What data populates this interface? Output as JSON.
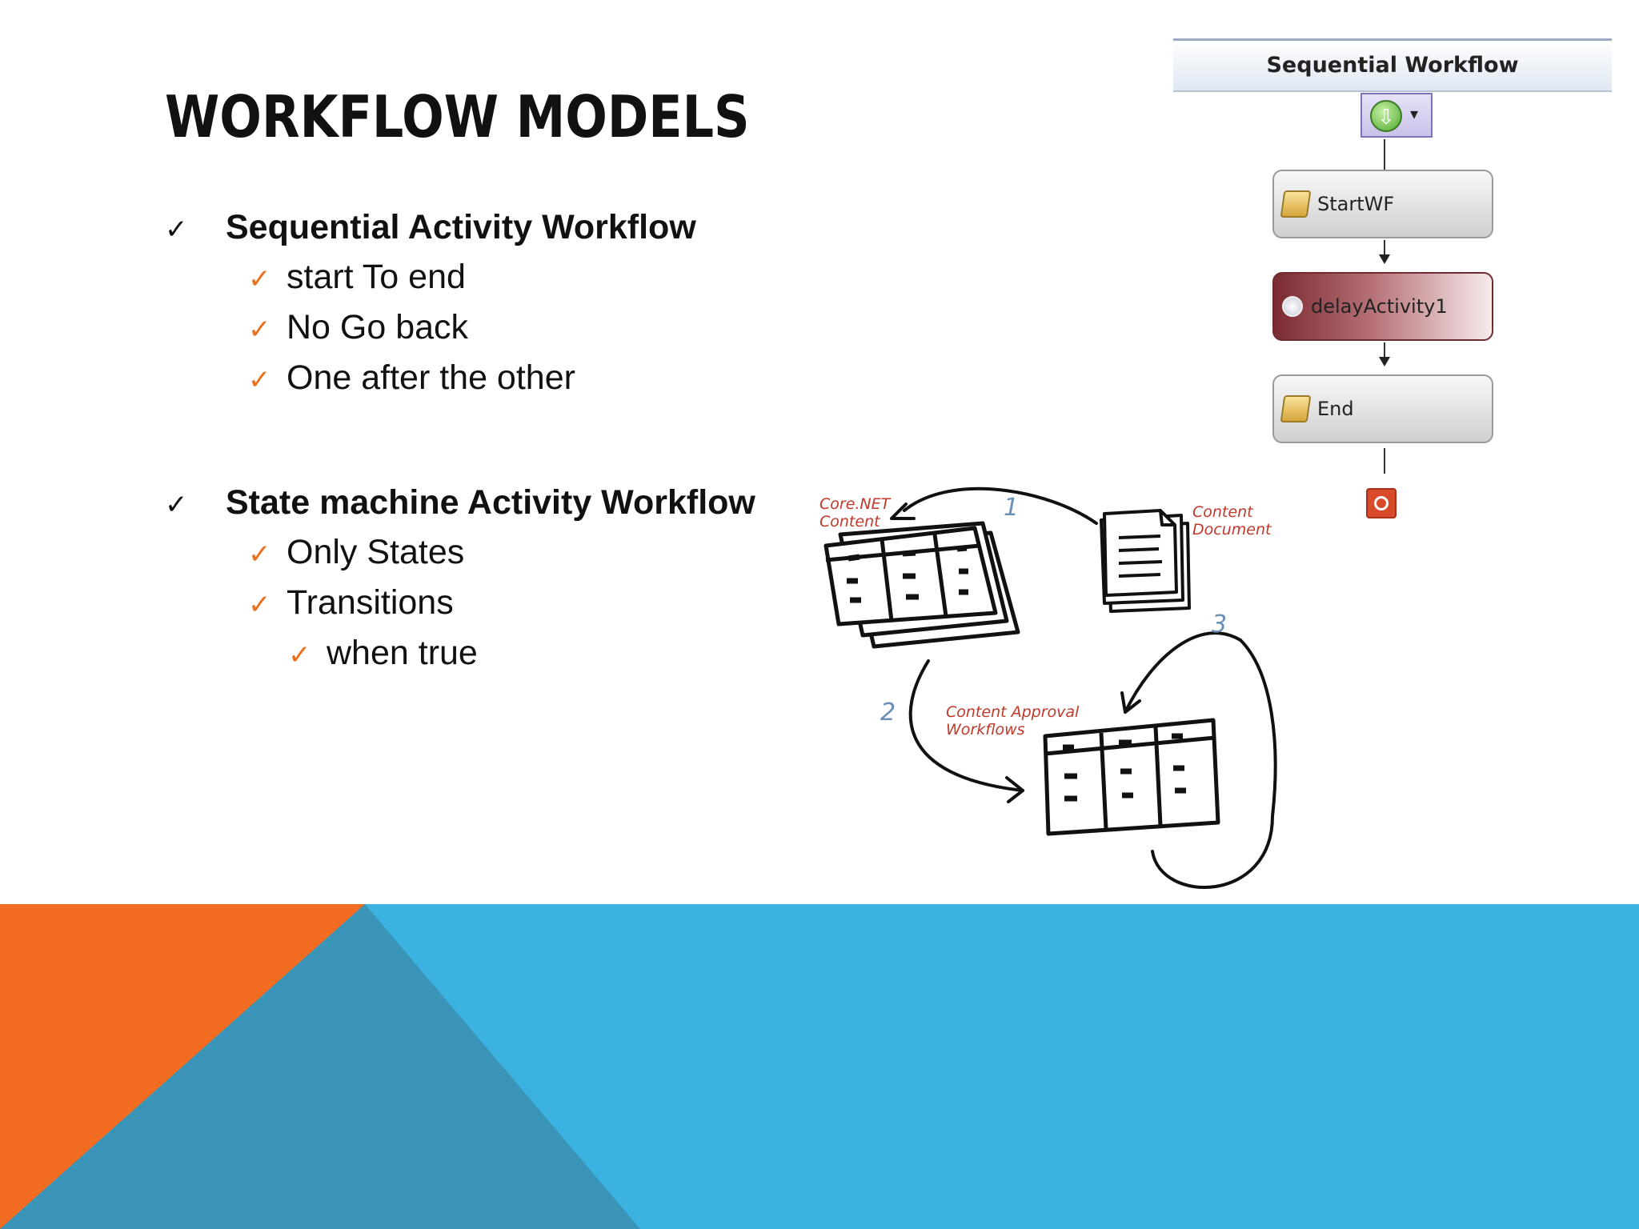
{
  "slide": {
    "title": "WORKFLOW MODELS",
    "sections": [
      {
        "heading": "Sequential  Activity Workflow",
        "items": [
          "start To end",
          "No Go back",
          "One after the other"
        ]
      },
      {
        "heading": "State machine Activity Workflow",
        "items": [
          "Only States",
          "Transitions"
        ],
        "subitems": [
          "when true"
        ]
      }
    ]
  },
  "sequential_panel": {
    "title": "Sequential Workflow",
    "activities": [
      "StartWF",
      "delayActivity1",
      "End"
    ]
  },
  "sketch": {
    "labels": {
      "core_content": [
        "Core.NET",
        "Content"
      ],
      "content_document": [
        "Content",
        "Document"
      ],
      "approval": [
        "Content Approval",
        "Workflows"
      ]
    },
    "numbers": [
      "1",
      "2",
      "3"
    ]
  },
  "colors": {
    "accent_orange": "#f26d21",
    "accent_blue": "#3bb2e0",
    "accent_teal": "#3a94b8"
  }
}
